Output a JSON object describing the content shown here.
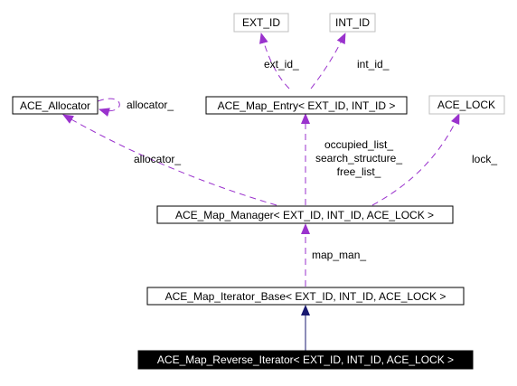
{
  "colors": {
    "background": "#ffffff",
    "edge_usage": "#9a32cd",
    "edge_inheritance": "#191970",
    "node_border": "#000000",
    "node_border_external": "#bfbfbf",
    "focus_fill": "#000000",
    "focus_text": "#ffffff"
  },
  "nodes": {
    "ext_id": "EXT_ID",
    "int_id": "INT_ID",
    "ace_allocator": "ACE_Allocator",
    "map_entry": "ACE_Map_Entry< EXT_ID, INT_ID >",
    "ace_lock": "ACE_LOCK",
    "map_manager": "ACE_Map_Manager< EXT_ID, INT_ID, ACE_LOCK >",
    "iterator_base": "ACE_Map_Iterator_Base< EXT_ID, INT_ID, ACE_LOCK >",
    "reverse_iterator": "ACE_Map_Reverse_Iterator< EXT_ID, INT_ID, ACE_LOCK >"
  },
  "edge_labels": {
    "ext_id": "ext_id_",
    "int_id": "int_id_",
    "allocator_self": "allocator_",
    "allocator": "allocator_",
    "occupied_list": "occupied_list_",
    "search_structure": "search_structure_",
    "free_list": "free_list_",
    "lock": "lock_",
    "map_man": "map_man_"
  }
}
